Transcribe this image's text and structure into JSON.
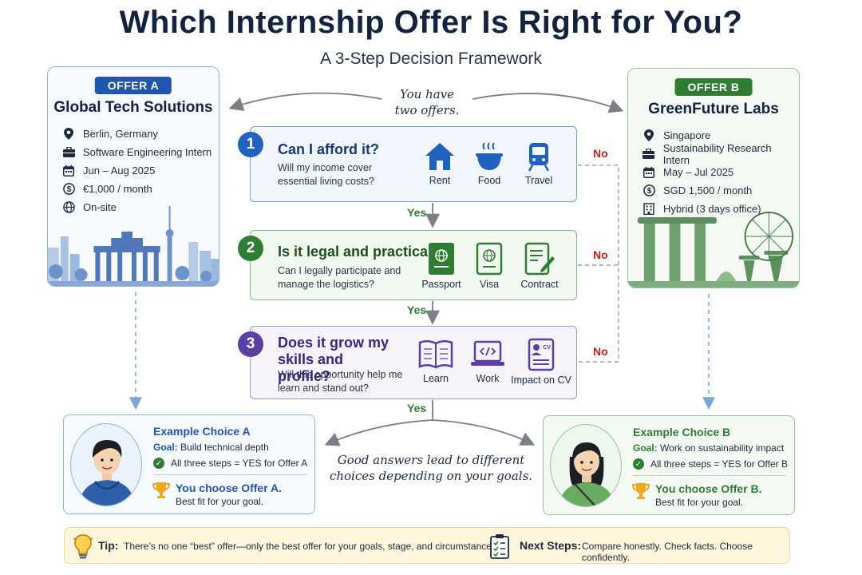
{
  "header": {
    "title": "Which Internship Offer Is Right for You?",
    "subtitle": "A 3-Step Decision Framework"
  },
  "center_note": {
    "line1": "You have",
    "line2": "two offers."
  },
  "offer_a": {
    "badge": "OFFER A",
    "company": "Global Tech Solutions",
    "details": [
      {
        "icon": "location-pin-icon",
        "text": "Berlin, Germany"
      },
      {
        "icon": "briefcase-icon",
        "text": "Software Engineering Intern"
      },
      {
        "icon": "calendar-icon",
        "text": "Jun – Aug 2025"
      },
      {
        "icon": "money-icon",
        "text": "€1,000 / month"
      },
      {
        "icon": "globe-icon",
        "text": "On-site"
      }
    ],
    "accent": "#1f57b0"
  },
  "offer_b": {
    "badge": "OFFER B",
    "company": "GreenFuture Labs",
    "details": [
      {
        "icon": "location-pin-icon",
        "text": "Singapore"
      },
      {
        "icon": "briefcase-icon",
        "text": "Sustainability Research Intern"
      },
      {
        "icon": "calendar-icon",
        "text": "May – Jul 2025"
      },
      {
        "icon": "money-icon",
        "text": "SGD 1,500 / month"
      },
      {
        "icon": "building-icon",
        "text": "Hybrid (3 days office)"
      }
    ],
    "accent": "#2e7d32"
  },
  "steps": [
    {
      "number": "1",
      "question": "Can I afford it?",
      "subtext": "Will my income cover essential living costs?",
      "icons": [
        {
          "icon": "house-icon",
          "label": "Rent"
        },
        {
          "icon": "food-bowl-icon",
          "label": "Food"
        },
        {
          "icon": "train-icon",
          "label": "Travel"
        }
      ]
    },
    {
      "number": "2",
      "question": "Is it legal and practical?",
      "subtext": "Can I legally participate and manage the logistics?",
      "icons": [
        {
          "icon": "passport-icon",
          "label": "Passport"
        },
        {
          "icon": "visa-icon",
          "label": "Visa"
        },
        {
          "icon": "contract-icon",
          "label": "Contract"
        }
      ]
    },
    {
      "number": "3",
      "question": "Does it grow my skills and profile?",
      "subtext": "Will this opportunity help me learn and stand out?",
      "icons": [
        {
          "icon": "book-icon",
          "label": "Learn"
        },
        {
          "icon": "laptop-code-icon",
          "label": "Work"
        },
        {
          "icon": "cv-icon",
          "label": "Impact on CV"
        }
      ]
    }
  ],
  "flow_labels": {
    "yes": "Yes",
    "no": "No"
  },
  "bottom_note": {
    "line1": "Good answers lead to different",
    "line2": "choices depending on your goals."
  },
  "choice_a": {
    "title": "Example Choice A",
    "goal_label": "Goal:",
    "goal_text": "Build technical depth",
    "check_text": "All three steps = YES for Offer A",
    "choose_text": "You choose Offer A.",
    "bestfit": "Best fit for your goal."
  },
  "choice_b": {
    "title": "Example Choice B",
    "goal_label": "Goal:",
    "goal_text": "Work on sustainability impact",
    "check_text": "All three steps = YES for Offer B",
    "choose_text": "You choose Offer B.",
    "bestfit": "Best fit for your goal."
  },
  "tipbar": {
    "tip_label": "Tip:",
    "tip_text": "There’s no one “best” offer—only the best offer for your goals, stage, and circumstances.",
    "next_label": "Next Steps:",
    "next_text": "Compare honestly. Check facts. Choose confidently."
  },
  "colors": {
    "blue": "#1f57b0",
    "green": "#2e7d32",
    "purple": "#5b3ea6",
    "no_red": "#c21f1f",
    "tip_bg": "#fdf6dc"
  }
}
